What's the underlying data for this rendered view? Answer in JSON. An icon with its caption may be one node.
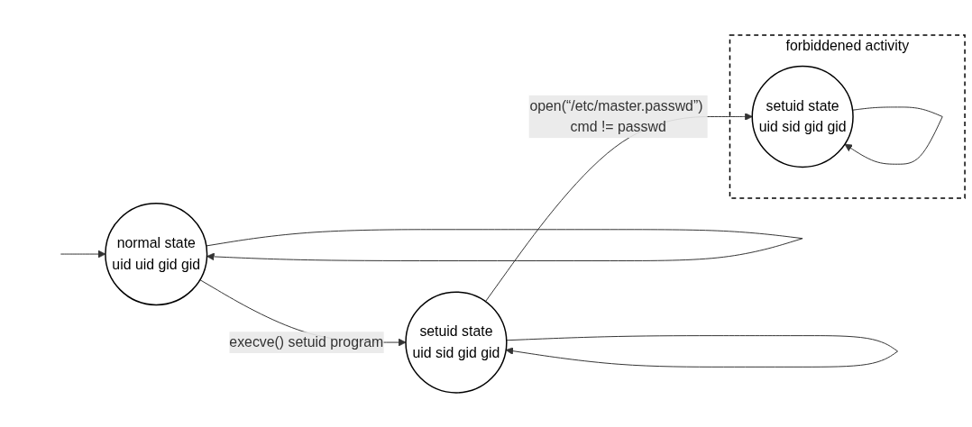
{
  "diagram": {
    "nodes": [
      {
        "text": [
          "normal state",
          "uid uid gid gid"
        ]
      },
      {
        "text": [
          "setuid state",
          "uid sid gid gid"
        ]
      },
      {
        "text": [
          "forbiddened activity"
        ]
      },
      {
        "text": [
          "setuid state",
          "uid sid gid gid"
        ],
        "in": 2
      }
    ],
    "edges": [
      {
        "from": null,
        "to": 0,
        "arrow": "to"
      },
      {
        "from": 0,
        "to": 0,
        "arrow": "to"
      },
      {
        "from": 0,
        "to": 1,
        "label": "execve() setuid  program",
        "arrow": "to"
      },
      {
        "from": 1,
        "to": 1,
        "arrow": "to"
      },
      {
        "from": 1,
        "to": 3,
        "label": "open(“/etc/master.passwd”) cmd != passwd",
        "arrow": "to"
      },
      {
        "from": 3,
        "to": 3,
        "arrow": "to"
      }
    ]
  }
}
